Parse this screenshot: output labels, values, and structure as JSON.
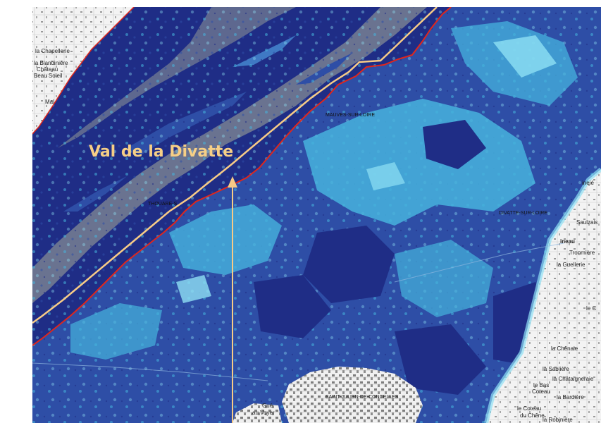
{
  "colors": {
    "flood_deep": "#1f2d86",
    "flood_mid": "#2e4ea6",
    "flood_shallow": "#3f79c4",
    "flood_light": "#46b3dd",
    "flood_pale": "#8fe0f4",
    "river": "#6a7390",
    "dike_line": "#f7cb86",
    "boundary": "#e0261c",
    "background_map": "#f3f3f3"
  },
  "title_label": "Val de la Divatte",
  "place_labels": {
    "la_chapellerie": "la Chapellerie",
    "la_blandiniere": "la Blandinière",
    "chateau": "Château",
    "beau_soleil": "Beau Soleil",
    "mauves_sur_loire": "MAUVES-SUR-LOIRE",
    "thouare": "THOUARE-S",
    "divatte_sur_loire": "DIVATTE-SUR-LOIRE",
    "saint_julien": "SAINT-JULIEN-DE-CONCELLES",
    "mal": "Mal",
    "ineau": "ineau",
    "tronmiere": "Tronmière",
    "la_guellerie": "la Guellerie",
    "le_c": "le C",
    "la_chenaie": "la Chênaie",
    "la_sabliere": "la Sablière",
    "la_chataigneraie": "la Châtaigneraie",
    "le_bas": "le Bas",
    "coteau": "Coteau",
    "la_bardiere": "la Bardière",
    "le_coteau": "le Coteau",
    "du_chene": "du Chêne",
    "la_robiniere": "la Robinière",
    "gue": "Gué",
    "au_voyer": "au Voyer",
    "inele": "ineié",
    "saulzais": "Saulzais"
  }
}
